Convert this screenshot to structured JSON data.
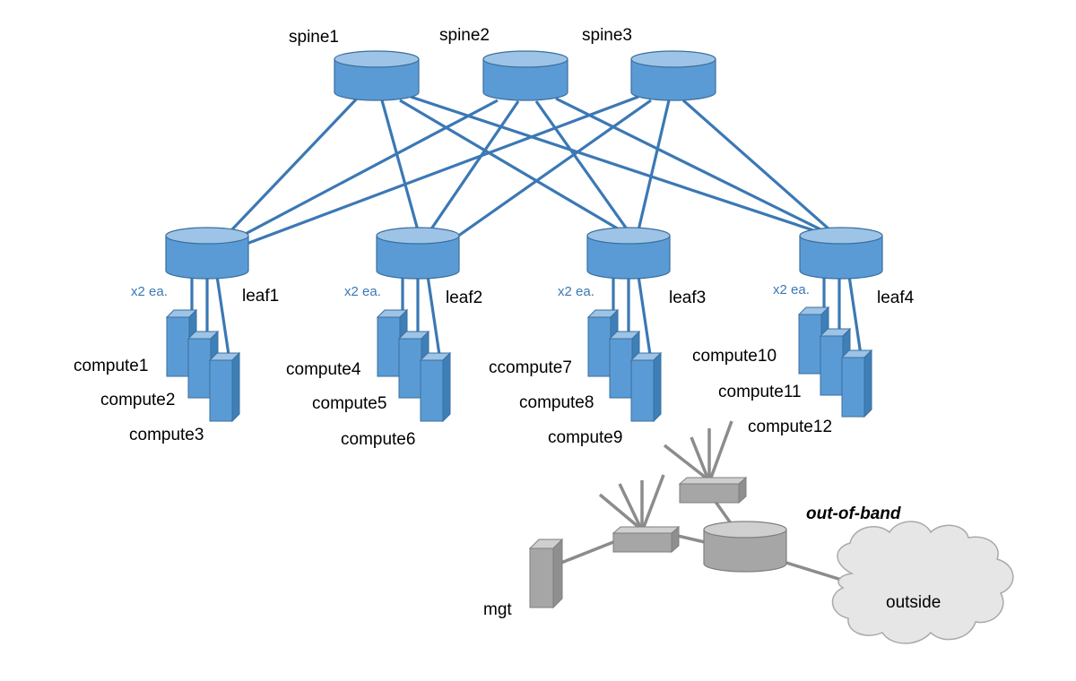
{
  "spines": [
    {
      "label": "spine1"
    },
    {
      "label": "spine2"
    },
    {
      "label": "spine3"
    }
  ],
  "leaves": [
    {
      "label": "leaf1",
      "multiplier": "x2 ea.",
      "computes": [
        "compute1",
        "compute2",
        "compute3"
      ]
    },
    {
      "label": "leaf2",
      "multiplier": "x2 ea.",
      "computes": [
        "compute4",
        "compute5",
        "compute6"
      ]
    },
    {
      "label": "leaf3",
      "multiplier": "x2 ea.",
      "computes": [
        "ccompute7",
        "compute8",
        "compute9"
      ]
    },
    {
      "label": "leaf4",
      "multiplier": "x2 ea.",
      "computes": [
        "compute10",
        "compute11",
        "compute12"
      ]
    }
  ],
  "oob": {
    "title": "out-of-band",
    "mgt_label": "mgt",
    "cloud_label": "outside"
  },
  "colors": {
    "node_fill": "#5b9bd5",
    "node_top": "#9dc3e6",
    "node_stroke": "#3a6f9e",
    "link": "#3b78b4",
    "oob_fill": "#a6a6a6",
    "oob_top": "#cfcfcf",
    "oob_stroke": "#7f7f7f",
    "cloud_fill": "#e7e6e6"
  }
}
